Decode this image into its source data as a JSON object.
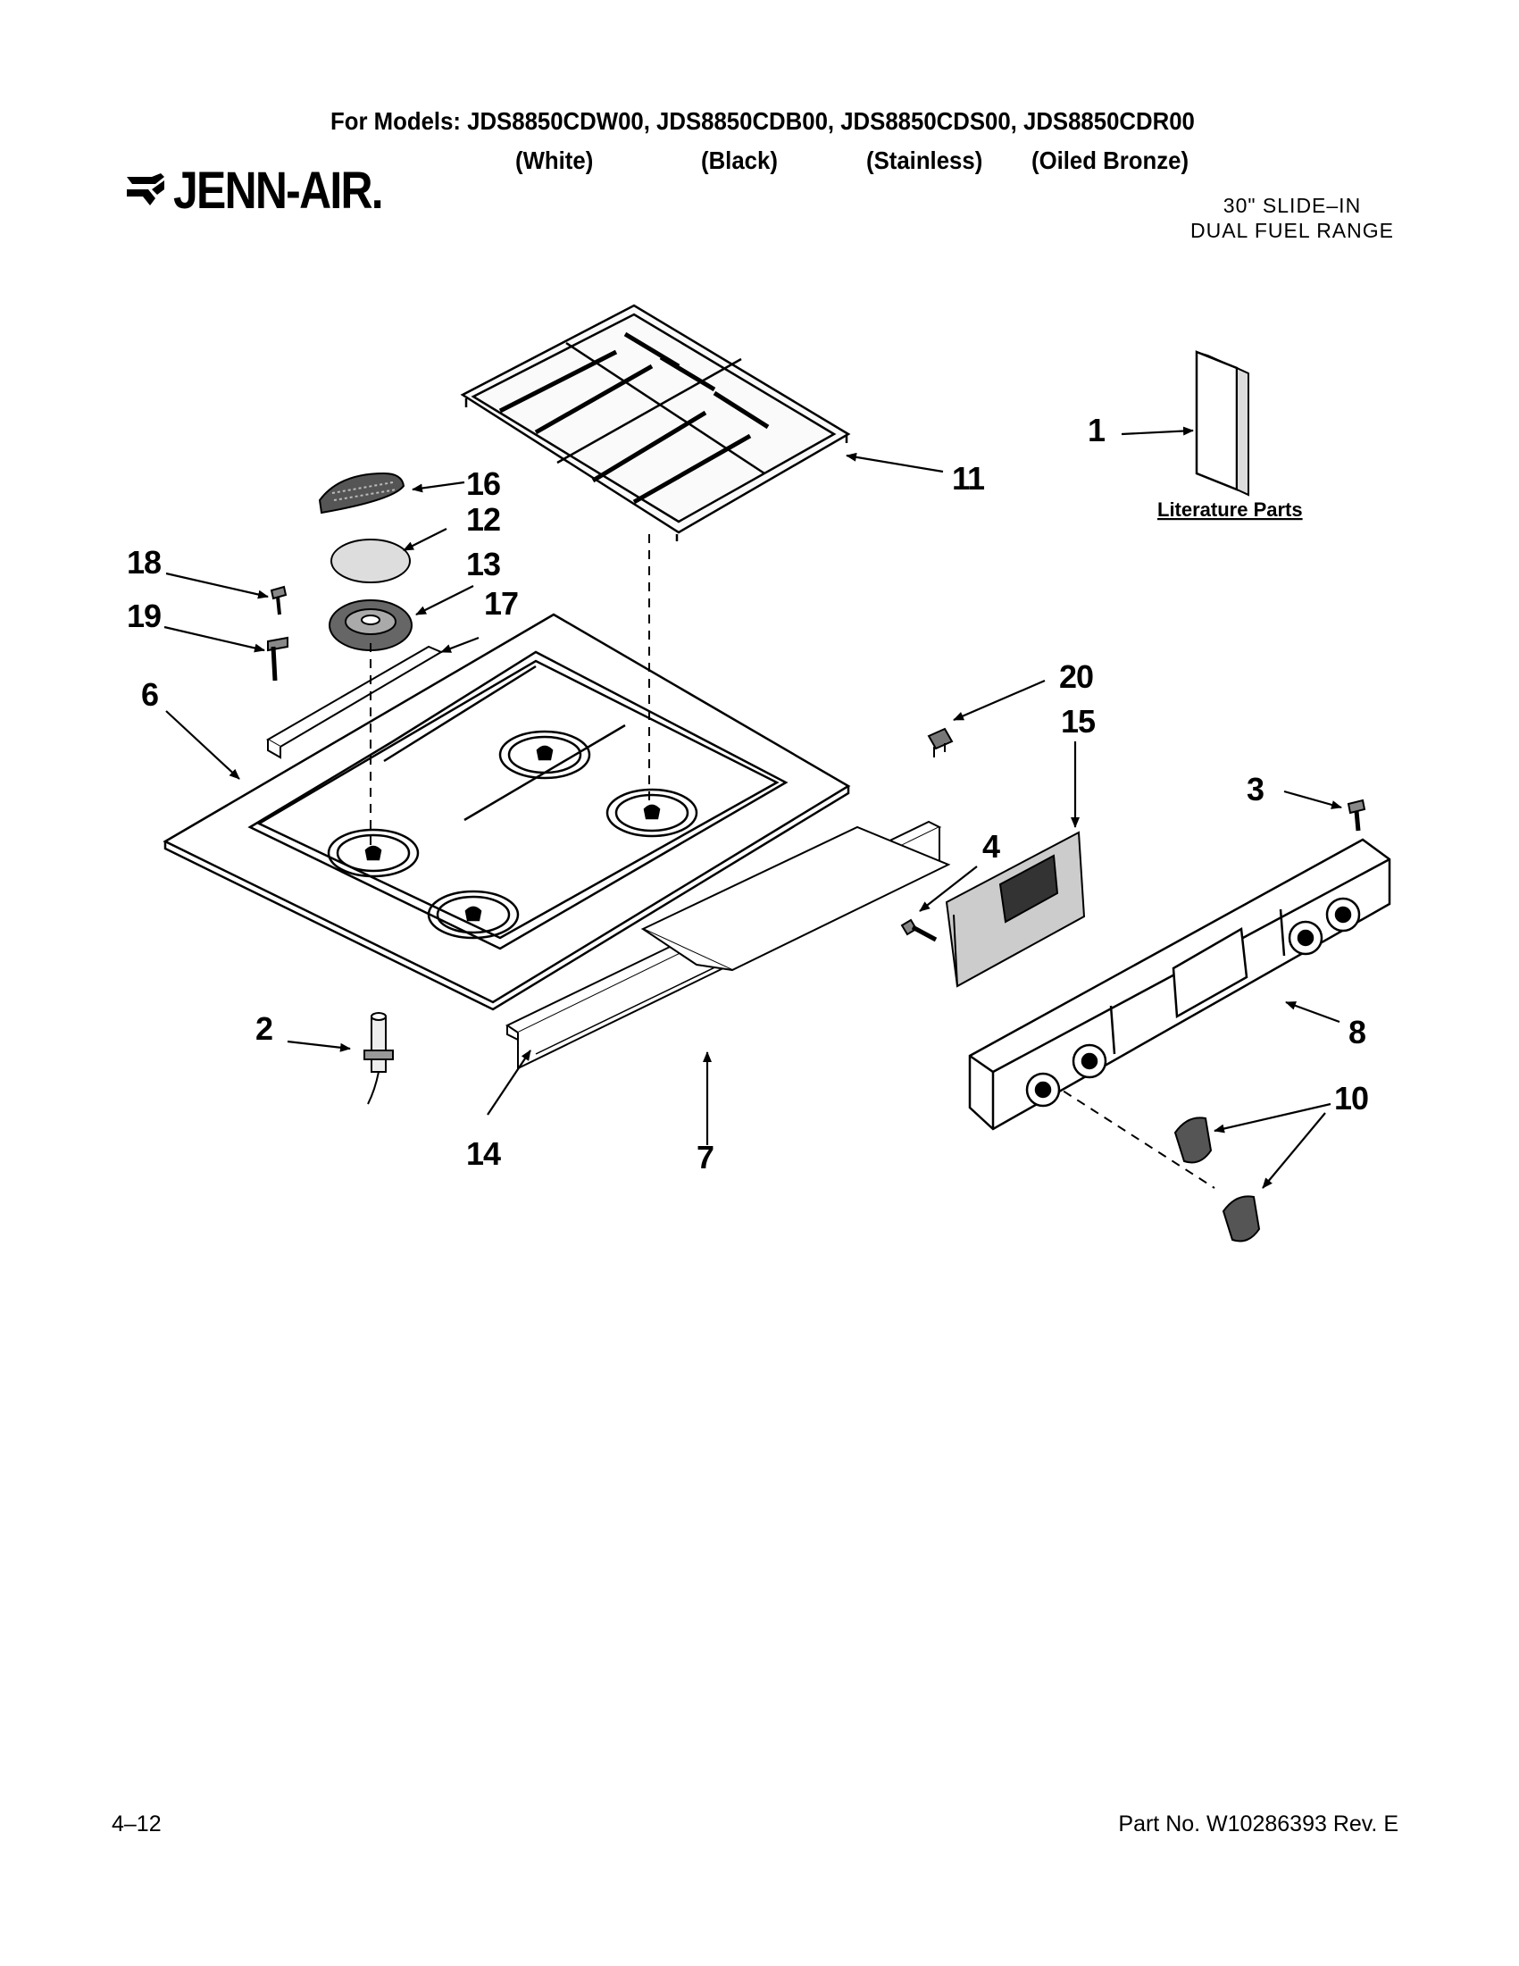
{
  "header": {
    "models_line": "For Models: JDS8850CDW00, JDS8850CDB00, JDS8850CDS00, JDS8850CDR00",
    "finishes": [
      "(White)",
      "(Black)",
      "(Stainless)",
      "(Oiled Bronze)"
    ],
    "brand": "JENN-AIR.",
    "range_type_line1": "30\" SLIDE–IN",
    "range_type_line2": "DUAL FUEL RANGE"
  },
  "callouts": {
    "c1": "1",
    "c2": "2",
    "c3": "3",
    "c4": "4",
    "c6": "6",
    "c7": "7",
    "c8": "8",
    "c10": "10",
    "c11": "11",
    "c12": "12",
    "c13": "13",
    "c14": "14",
    "c15": "15",
    "c16": "16",
    "c17": "17",
    "c18": "18",
    "c19": "19",
    "c20": "20"
  },
  "literature_label": "Literature Parts",
  "footer": {
    "page_number": "4–12",
    "part_number": "Part No. W10286393 Rev. E"
  }
}
